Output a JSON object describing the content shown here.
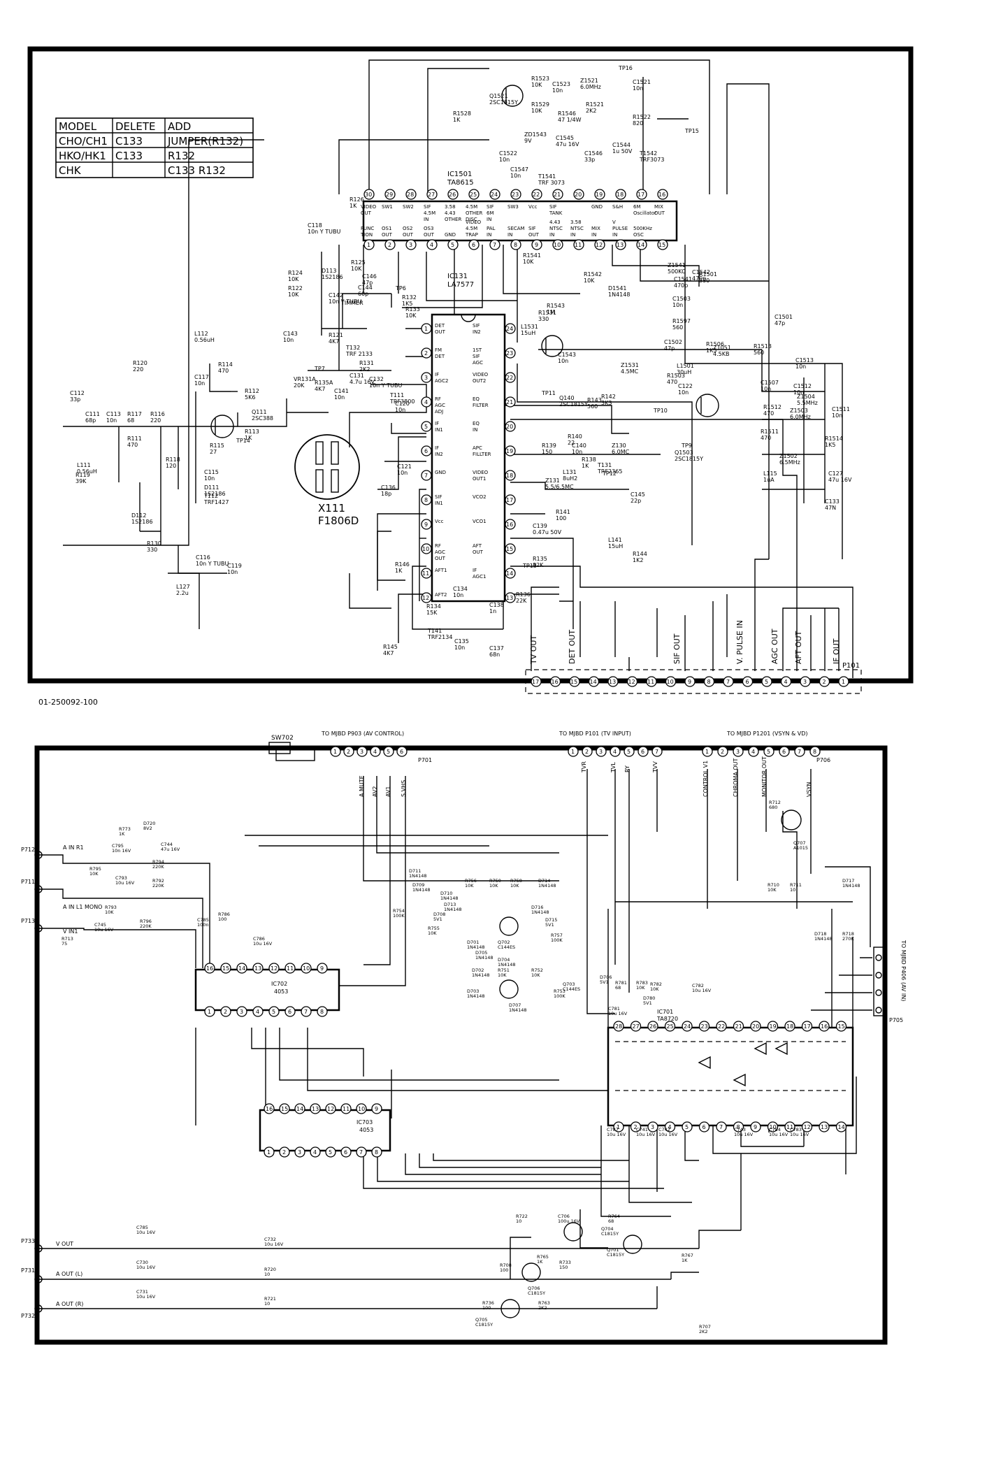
{
  "top_panel": {
    "model_table": {
      "headers": [
        "MODEL",
        "DELETE",
        "ADD"
      ],
      "rows": [
        [
          "CHO/CH1",
          "C133",
          "JUMPER(R132)"
        ],
        [
          "HKO/HK1",
          "C133",
          "R132"
        ],
        [
          "CHK",
          "",
          "C133  R132"
        ]
      ]
    },
    "ic1501": {
      "ref": "IC1501",
      "part": "TA8615",
      "top_pins": [
        "VIDEO OUT",
        "SW1",
        "SW2",
        "SIF 4.5M IN",
        "3.58 4.43 OTHER",
        "4.5M OTHER DISC",
        "SIF 6M IN",
        "SW3",
        "Vcc",
        "SIF TANK",
        "",
        "GND",
        "S&H",
        "6M Oscillator",
        "MIX OUT"
      ],
      "bottom_pins": [
        "FUNC TION",
        "OS1 OUT",
        "OS2 OUT",
        "OS3 OUT",
        "GND",
        "VIDEO 4.5M TRAP",
        "PAL IN",
        "SECAM IN",
        "SIF OUT",
        "4.43 NTSC IN",
        "3.58 NTSC IN",
        "MIX IN",
        "V PULSE IN",
        "500KHz OSC",
        ""
      ]
    },
    "ic131": {
      "ref": "IC131",
      "part": "LA7577",
      "left_pins": [
        "DET OUT",
        "FM DET",
        "IF AGC2",
        "RF AGC ADJ",
        "IF IN1",
        "IF IN2",
        "GND",
        "SIF IN1",
        "Vcc",
        "RF AGC OUT",
        "AFT1",
        "AFT2"
      ],
      "right_pins": [
        "SIF IN2",
        "1ST SIF AGC",
        "VIDEO OUT2",
        "EQ FILTER",
        "EQ IN",
        "APC FILLTER",
        "VIDEO OUT1",
        "VCO2",
        "VCO1",
        "AFT OUT",
        "IF AGC1",
        ""
      ]
    },
    "saw_filter": {
      "ref": "X111",
      "part": "F1806D"
    },
    "connector": {
      "ref": "P101",
      "pin_labels": [
        "TV OUT",
        "DET OUT",
        "SIF OUT",
        "V. PULSE IN",
        "AGC OUT",
        "AFT OUT",
        "IF OUT"
      ]
    },
    "components": [
      "R1523 10K",
      "C1523 10n",
      "Z1521 6.0MHz",
      "R1521 2K2",
      "C1521 10n",
      "TP16",
      "Q1521 2SC1815Y",
      "R1529 10K",
      "R1546 47 1/4W",
      "R1522 820",
      "R1528 1K",
      "ZD1543 9V",
      "C1545 47u 16V",
      "TP15",
      "C1522 10n",
      "C1546 33p",
      "C1544 1u 50V",
      "T1542 TRF3073",
      "C1547 10n",
      "T1541 TRF 3073",
      "R126 1K",
      "C118 10n Y TUBU",
      "R125 10K",
      "R124 10K",
      "D113 1S2186",
      "C146 47p",
      "C144 60p",
      "R122 10K",
      "C142 10n Y TUBU",
      "TIMMER",
      "TP6",
      "R132 1K5",
      "R133 10K",
      "C143 10n",
      "R121 4K7",
      "T132 TRF 2133",
      "R131 2K2",
      "C131 4.7u 16V",
      "C132 10n Y TUBU",
      "TP7",
      "VR131A 20K",
      "R135A 4K7",
      "C141 10n",
      "T111 TRF3800",
      "C120 10n",
      "R120 220",
      "L112 0.56uH",
      "R114 470",
      "R112 5K6",
      "C117 10n",
      "Q111 2SC388",
      "R113 1K",
      "R115 27",
      "TP14",
      "C112 33p",
      "C111 68p",
      "C113 10n",
      "R117 68",
      "R116 220",
      "R111 470",
      "L111 0.56uH",
      "R119 39K",
      "R118 120",
      "C115 10n",
      "D111 1S2186",
      "T112 TRF1427",
      "D112 1S2186",
      "R130 330",
      "C116 10n Y TUBU",
      "C119 10n",
      "L127 2.2u",
      "C121 10n",
      "C136 18p",
      "R146 1K",
      "T141 TRF2134",
      "R134 15K",
      "C134 10n",
      "C135 10n",
      "R145 4K7",
      "C137 68n",
      "C138 1n",
      "R136 22K",
      "TP13",
      "R135 82K",
      "C139 0.47u 50V",
      "R141 100",
      "R140 22",
      "C140 10n",
      "R139 150",
      "R138 1K",
      "TP12",
      "T131 TRF2365",
      "L131 8uH2",
      "Z131 5.5/6.5MC",
      "Z130 6.0MC",
      "C145 22p",
      "R144 1K2",
      "L141 15uH",
      "TP11",
      "Q140 2SC1815Y",
      "R143 560",
      "R142 3K3",
      "TP10",
      "C122 10n",
      "TP9",
      "Q1503 2SC1815Y",
      "Z1531 4.5MC",
      "L1531 15uH",
      "R1531 330",
      "C1543 10n",
      "R1543 1M",
      "R1542 10K",
      "R1541 10K",
      "D1541 1N4148",
      "Z1541 500KC",
      "C1541 470p",
      "C1542 470p",
      "C1503 10n",
      "R1597 560",
      "R1501 330",
      "C1501 47p",
      "C1502 47p",
      "L1501 30uH",
      "R1503 470",
      "R1506 1K5",
      "Z1051 4.5KB",
      "R1513 560",
      "C1513 10n",
      "C1507 10n",
      "C1512 10n",
      "Z1504 5.5MHz",
      "R1512 470",
      "Z1503 6.0MHz",
      "C1511 10n",
      "R1511 470",
      "R1514 1K5",
      "Z1502 6.5MHz",
      "L115 1uA",
      "C127 47u 16V",
      "C133 47N"
    ]
  },
  "drawing_number": "01-250092-100",
  "bottom_panel": {
    "header_connectors": [
      {
        "label": "SW702",
        "pins": [
          "1",
          "2"
        ]
      },
      {
        "label": "TO MJBD P903 (AV CONTROL)",
        "pins": [
          "1",
          "2",
          "3",
          "4",
          "5",
          "6"
        ],
        "signals": [
          "A MUTE",
          "AV2",
          "AV1",
          "S.VHS"
        ],
        "ref": "P701"
      },
      {
        "label": "TO MJBD P101 (TV INPUT)",
        "pins": [
          "1",
          "2",
          "3",
          "4",
          "5",
          "6",
          "7"
        ],
        "signals": [
          "TVR",
          "TVL",
          "RY",
          "TVV"
        ]
      },
      {
        "label": "TO MJBD P1201 (VSYN & VD)",
        "pins": [
          "1",
          "2",
          "3",
          "4",
          "5",
          "6",
          "7",
          "8"
        ],
        "signals": [
          "CONTROL V1",
          "CHROMA OUT",
          "MONITOR OUT",
          "VSYN"
        ],
        "ref": "P706"
      }
    ],
    "side_refs": [
      "P712",
      "P711",
      "P713",
      "P733",
      "P731",
      "P732",
      "P705"
    ],
    "inputs": [
      "A IN R1",
      "A IN L1 MONO",
      "V IN1"
    ],
    "outputs": [
      "V OUT",
      "A OUT (L)",
      "A OUT (R)"
    ],
    "ic702": {
      "ref": "IC702",
      "part": "4053",
      "pins": [
        "1",
        "2",
        "3",
        "4",
        "5",
        "6",
        "7",
        "8",
        "9",
        "10",
        "11",
        "12",
        "13",
        "14",
        "15",
        "16"
      ]
    },
    "ic703": {
      "ref": "IC703",
      "part": "4053",
      "pins": [
        "1",
        "2",
        "3",
        "4",
        "5",
        "6",
        "7",
        "8",
        "9",
        "10",
        "11",
        "12",
        "13",
        "14",
        "15",
        "16"
      ]
    },
    "ic701": {
      "ref": "IC701",
      "part": "TA8720",
      "pins": [
        "1",
        "2",
        "3",
        "4",
        "5",
        "6",
        "7",
        "8",
        "9",
        "10",
        "11",
        "12",
        "13",
        "14",
        "15",
        "16",
        "17",
        "18",
        "19",
        "20",
        "21",
        "22",
        "23",
        "24",
        "25",
        "26",
        "27",
        "28"
      ]
    },
    "av_jack_label": "TO MJBD P406 (AV IN)",
    "components": [
      "R773 1K",
      "D720 8V2",
      "C744 47u 16V",
      "C795 10n 16V",
      "R794 220K",
      "R795 10K",
      "C793 10u 16V",
      "R792 220K",
      "R793 10K",
      "R796 220K",
      "R713 75",
      "C745 10u 16V",
      "C785 100n",
      "R786 100",
      "C786 10u 16V",
      "Q707 A1015",
      "R712 680",
      "R710 10K",
      "R711 10",
      "D717 1N4148",
      "D718 1N4148",
      "R718 270K",
      "R756 10K",
      "R750 10K",
      "R758 10K",
      "D714 1N4148",
      "D711 1N4148",
      "D709 1N4148",
      "D710 1N4148",
      "D713 1N4148",
      "D708 5V1",
      "R754 100K",
      "R755 10K",
      "D716 1N4148",
      "R757 100K",
      "D715 5V1",
      "Q702 C144ES",
      "D701 1N4148",
      "D705 1N4148",
      "D702 1N4148",
      "D703 1N4148",
      "D704 1N4148",
      "R751 10K",
      "R752 10K",
      "D707 1N4148",
      "Q703 C144ES",
      "R753 100K",
      "D706 5V1",
      "R781 68",
      "R783 10K",
      "R782 10K",
      "C781 10u 16V",
      "D780 5V1",
      "C782 10u 16V",
      "C787 10u 16V",
      "C741 10u 16V",
      "C742 10u 16V",
      "C743 10u 16V",
      "C784 10u 16V",
      "C783 10u 16V",
      "C785 10u 16V",
      "C730 10u 16V",
      "C731 10u 16V",
      "C732 10u 16V",
      "R720 10",
      "R721 10",
      "R722 10",
      "C706 100u 16V",
      "Q704 C1815Y",
      "R764 68",
      "Q701 C1815Y",
      "R767 1K",
      "R765 1K",
      "R733 150",
      "R708 100",
      "Q706 C1815Y",
      "R763 2K2",
      "R736 100",
      "Q705 C1815Y",
      "R707 2K2"
    ]
  }
}
